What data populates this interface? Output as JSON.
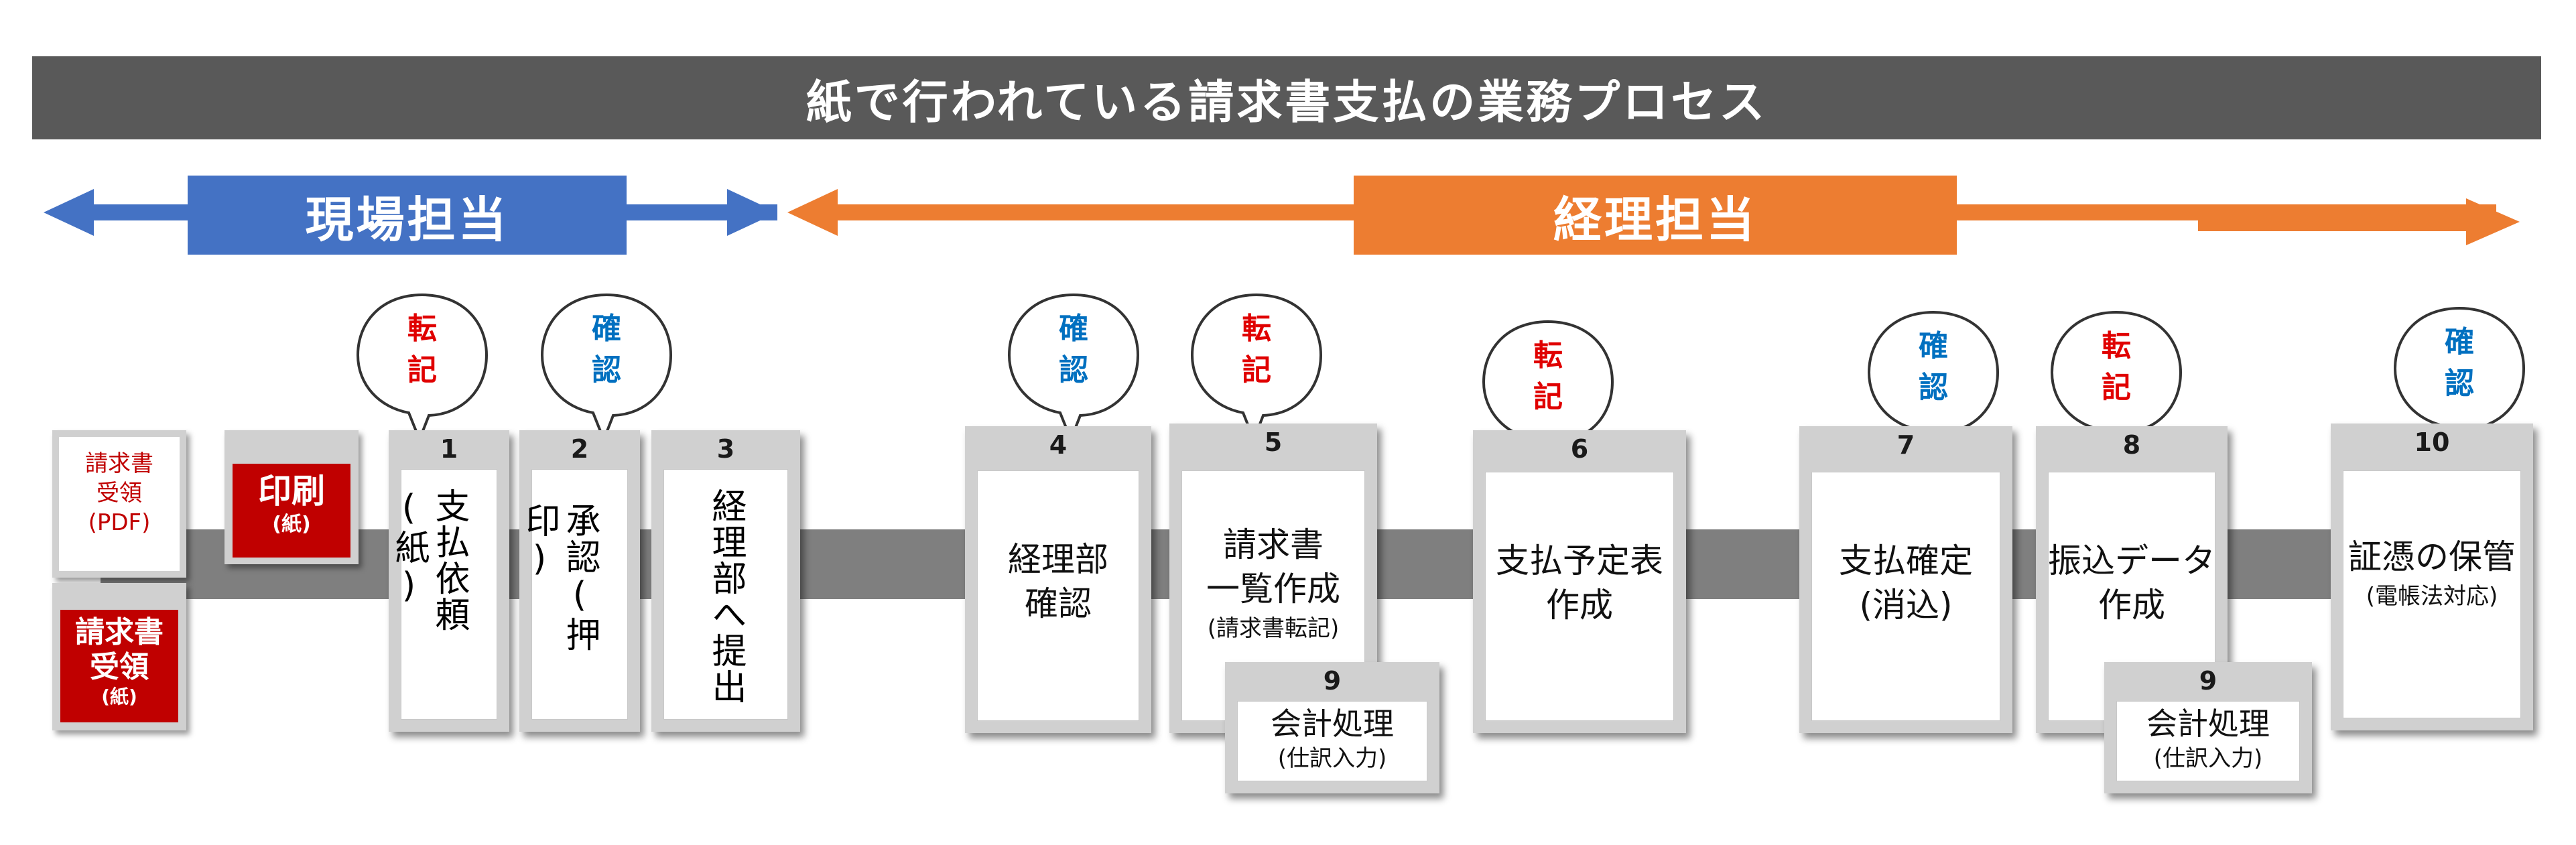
{
  "title": "紙で行われている請求書支払の業務プロセス",
  "roles": {
    "field": "現場担当",
    "accounting": "経理担当"
  },
  "colors": {
    "field_blue": "#4472C4",
    "accounting_orange": "#ED7D31",
    "title_gray": "#595959",
    "doc_red": "#C00000",
    "transcribe_red": "#E00000",
    "confirm_blue": "#0070C0"
  },
  "inputs": {
    "pdf_line1": "請求書",
    "pdf_line2": "受領",
    "pdf_line3": "(PDF)",
    "print_main": "印刷",
    "print_sub": "(紙)",
    "paper_line1": "請求書",
    "paper_line2": "受領",
    "paper_sub": "(紙)"
  },
  "bubbles": {
    "transcribe": [
      "転",
      "記"
    ],
    "confirm": [
      "確",
      "認"
    ]
  },
  "steps": [
    {
      "num": "1",
      "text": "支払依頼(紙)"
    },
    {
      "num": "2",
      "text": "承認(押印)"
    },
    {
      "num": "3",
      "text": "経理部へ提出"
    },
    {
      "num": "4",
      "line1": "経理部",
      "line2": "確認"
    },
    {
      "num": "5",
      "line1": "請求書",
      "line2": "一覧作成",
      "sub": "(請求書転記)"
    },
    {
      "num": "6",
      "line1": "支払予定表",
      "line2": "作成"
    },
    {
      "num": "7",
      "line1": "支払確定",
      "line2": "(消込)"
    },
    {
      "num": "8",
      "line1": "振込データ",
      "line2": "作成"
    },
    {
      "num": "10",
      "line1": "証憑の保管",
      "sub": "(電帳法対応)"
    }
  ],
  "side_steps": [
    {
      "num": "9",
      "line1": "会計処理",
      "sub": "(仕訳入力)"
    },
    {
      "num": "9",
      "line1": "会計処理",
      "sub": "(仕訳入力)"
    }
  ]
}
